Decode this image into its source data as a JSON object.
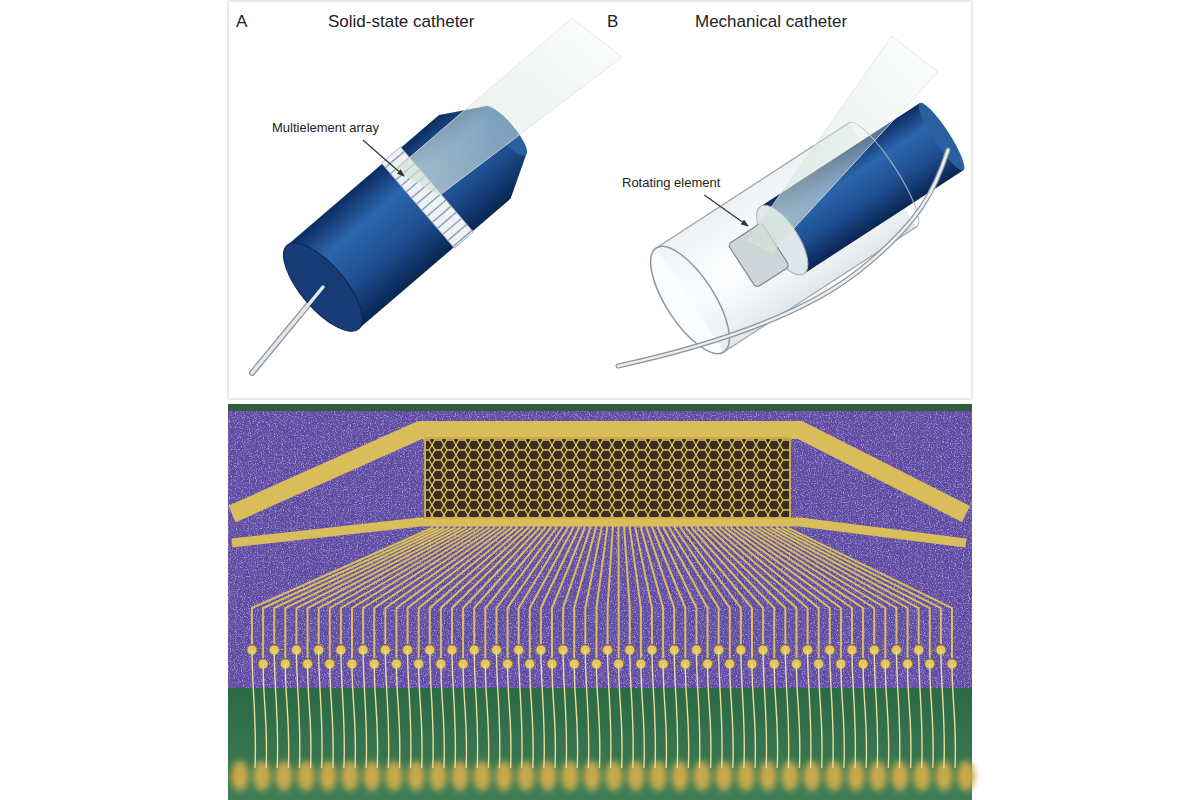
{
  "diagram": {
    "labels": [
      "A",
      "Solid-state catheter",
      "B",
      "Mechanical catheter",
      "Multielement array",
      "Rotating element"
    ]
  }
}
